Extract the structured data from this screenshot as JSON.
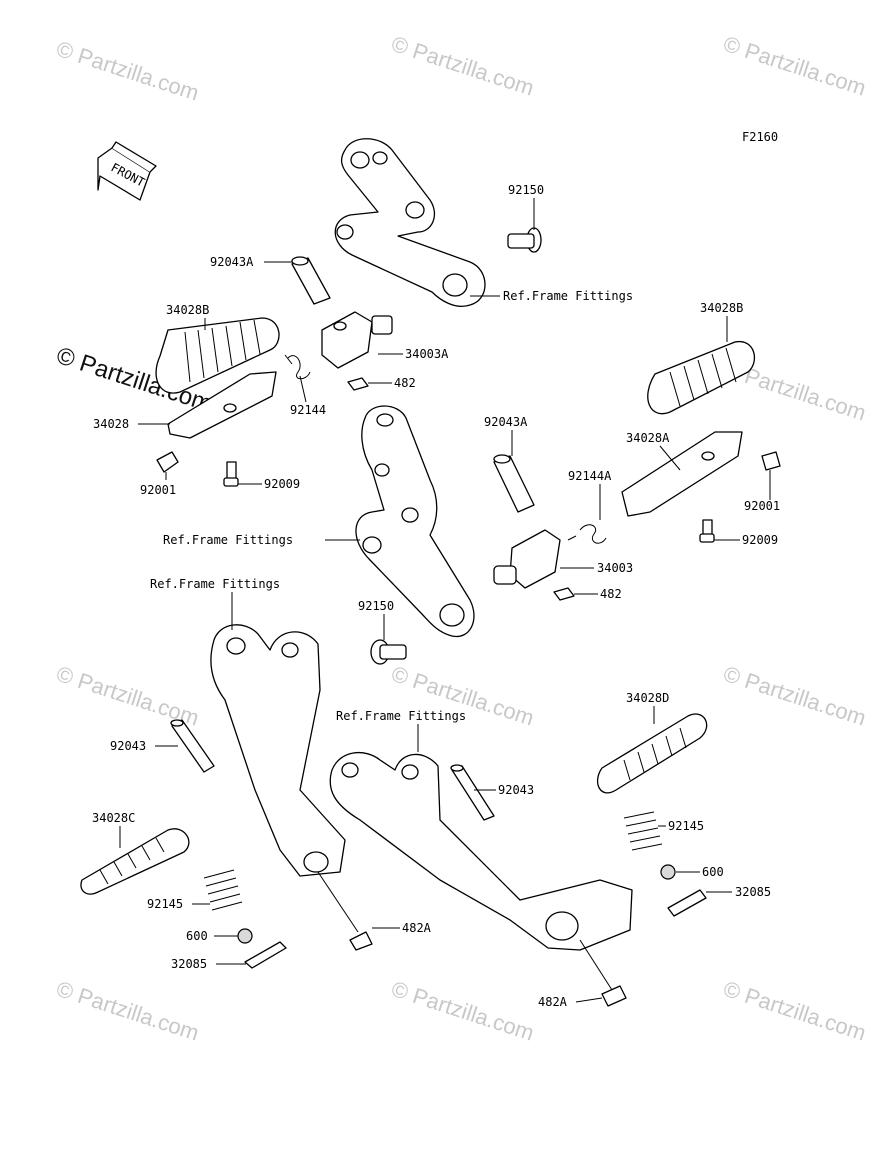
{
  "figure_code": "F2160",
  "front_arrow_label": "FRONT",
  "watermark_text": "© Partzilla.com",
  "labels": {
    "p92150_top": "92150",
    "p92043A_top": "92043A",
    "ref_frame_top": "Ref.Frame Fittings",
    "p34028B_left": "34028B",
    "p34003A": "34003A",
    "p482_top": "482",
    "p92144": "92144",
    "p34028": "34028",
    "p92001_left": "92001",
    "p92009_left": "92009",
    "p34028B_right": "34028B",
    "p92043A_mid": "92043A",
    "p92144A": "92144A",
    "p34028A": "34028A",
    "p92001_right": "92001",
    "p92009_right": "92009",
    "ref_frame_mid": "Ref.Frame Fittings",
    "p34003": "34003",
    "p482_mid": "482",
    "ref_frame_lowleft": "Ref.Frame Fittings",
    "p92150_mid": "92150",
    "p34028D": "34028D",
    "ref_frame_lowmid": "Ref.Frame Fittings",
    "p92043_left": "92043",
    "p92043_right": "92043",
    "p34028C": "34028C",
    "p92145_right": "92145",
    "p600_right": "600",
    "p32085_right": "32085",
    "p92145_left": "92145",
    "p600_left": "600",
    "p482A_left": "482A",
    "p32085_left": "32085",
    "p482A_right": "482A"
  }
}
